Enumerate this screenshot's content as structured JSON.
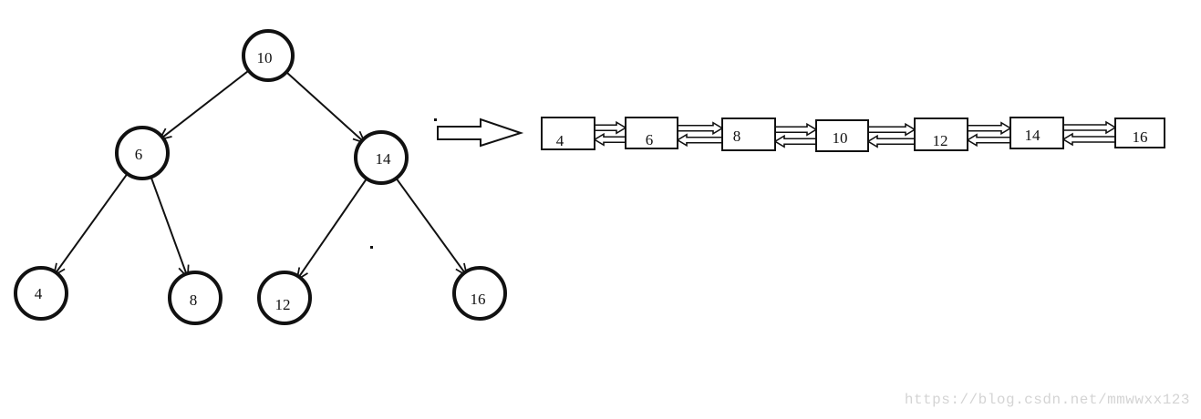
{
  "tree": {
    "nodes": [
      {
        "id": "n10",
        "label": "10"
      },
      {
        "id": "n6",
        "label": "6"
      },
      {
        "id": "n14",
        "label": "14"
      },
      {
        "id": "n4",
        "label": "4"
      },
      {
        "id": "n8",
        "label": "8"
      },
      {
        "id": "n12",
        "label": "12"
      },
      {
        "id": "n16",
        "label": "16"
      }
    ],
    "edges": [
      {
        "from": "n10",
        "to": "n6"
      },
      {
        "from": "n10",
        "to": "n14"
      },
      {
        "from": "n6",
        "to": "n4"
      },
      {
        "from": "n6",
        "to": "n8"
      },
      {
        "from": "n14",
        "to": "n12"
      },
      {
        "from": "n14",
        "to": "n16"
      }
    ]
  },
  "list": {
    "nodes": [
      "4",
      "6",
      "8",
      "10",
      "12",
      "14",
      "16"
    ]
  },
  "watermark": "https://blog.csdn.net/mmwwxx123",
  "colors": {
    "stroke": "#111111",
    "watermark": "#d4d4d4"
  }
}
